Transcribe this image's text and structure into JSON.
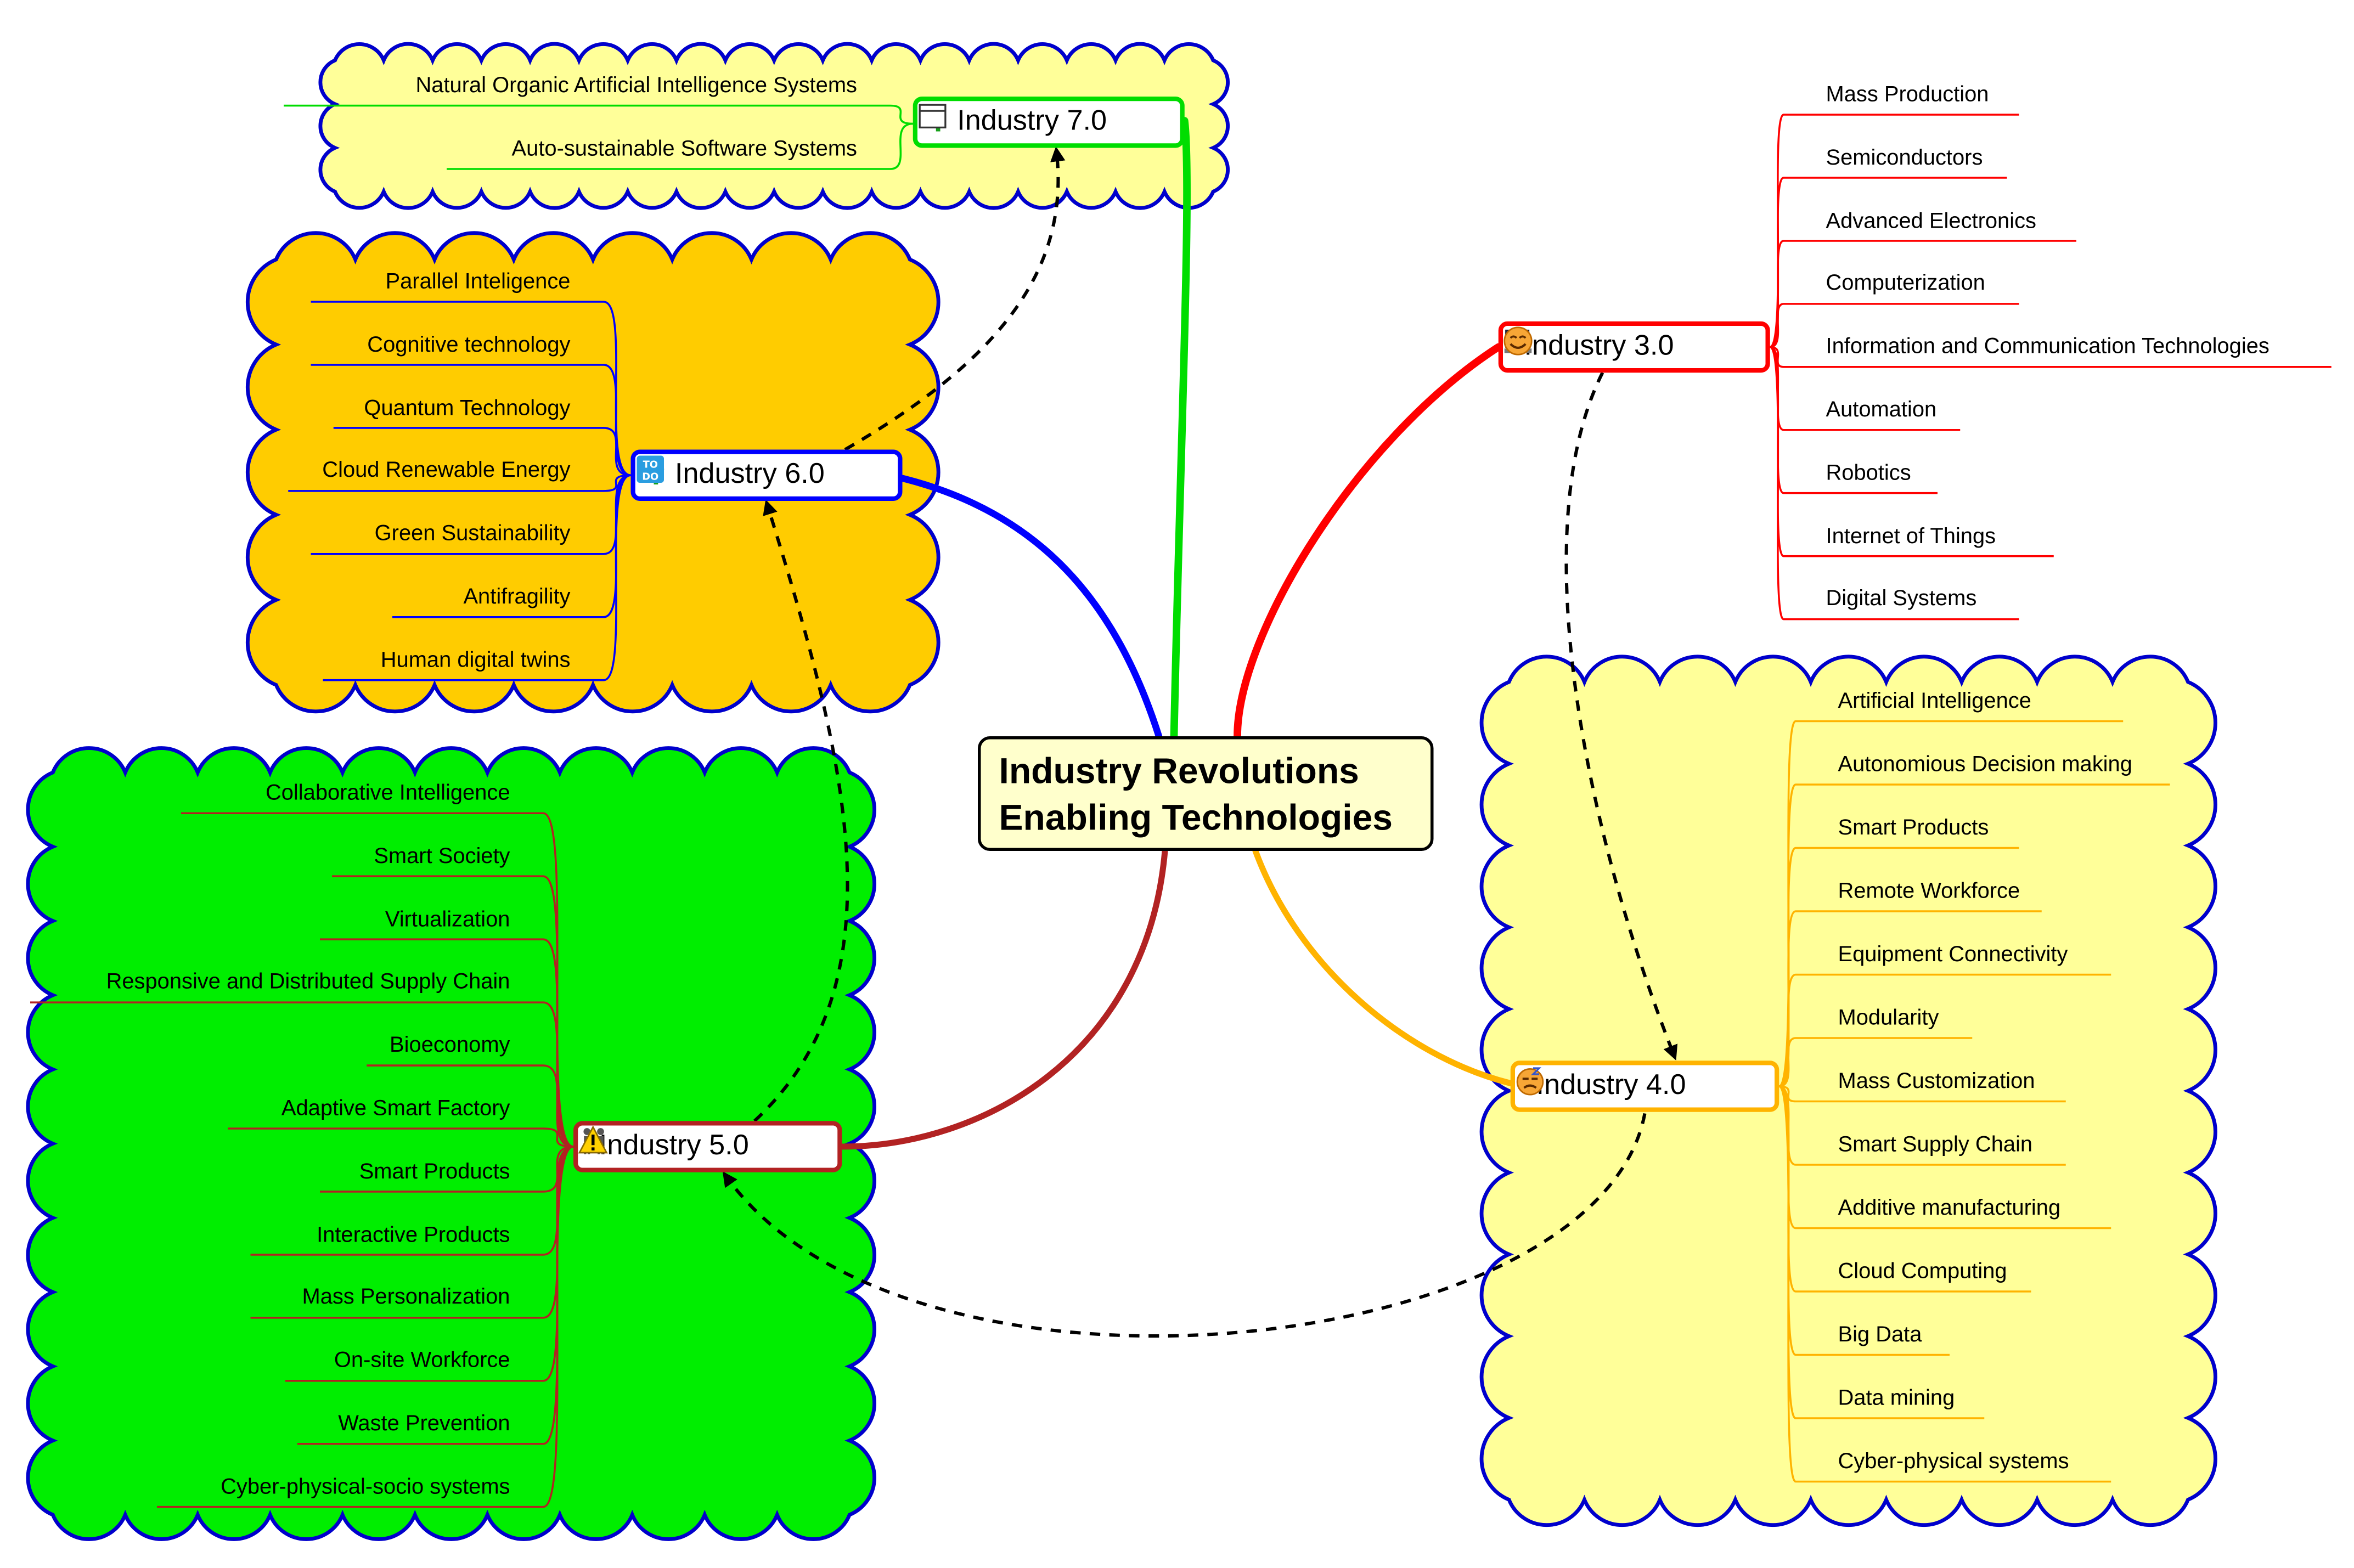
{
  "root": {
    "line1": "Industry Revolutions",
    "line2": "Enabling Technologies"
  },
  "colors": {
    "i3": "#ff0000",
    "i4": "#ffb300",
    "i5": "#b22222",
    "i6": "#0000ff",
    "i7": "#00dd00",
    "cloud_border": "#0000cc"
  },
  "industry3": {
    "title": "Industry 3.0",
    "icons": [
      "computer-icon",
      "smiley-icon"
    ],
    "items": [
      "Mass Production",
      "Semiconductors",
      "Advanced Electronics",
      "Computerization",
      "Information and Communication Technologies",
      "Automation",
      "Robotics",
      "Internet of Things",
      "Digital Systems"
    ]
  },
  "industry4": {
    "title": "Industry 4.0",
    "icons": [
      "cloud-icon",
      "tired-face-icon"
    ],
    "items": [
      "Artificial Intelligence",
      "Autonomious Decision making",
      "Smart Products",
      "Remote Workforce",
      "Equipment Connectivity",
      "Modularity",
      "Mass Customization",
      "Smart Supply Chain",
      "Additive manufacturing",
      "Cloud Computing",
      "Big Data",
      "Data mining",
      "Cyber-physical systems"
    ]
  },
  "industry5": {
    "title": "Industry 5.0",
    "icons": [
      "people-icon",
      "warning-icon"
    ],
    "items": [
      "Collaborative Intelligence",
      "Smart Society",
      "Virtualization",
      "Responsive and Distributed Supply Chain",
      "Bioeconomy",
      "Adaptive Smart Factory",
      "Smart Products",
      "Interactive Products",
      "Mass Personalization",
      "On-site Workforce",
      "Waste Prevention",
      "Cyber-physical-socio systems"
    ]
  },
  "industry6": {
    "title": "Industry 6.0",
    "icons": [
      "todo-icon",
      "question-icon"
    ],
    "items": [
      "Parallel Inteligence",
      "Cognitive technology",
      "Quantum Technology",
      "Cloud Renewable Energy",
      "Green Sustainability",
      "Antifragility",
      "Human digital twins"
    ]
  },
  "industry7": {
    "title": "Industry 7.0",
    "icons": [
      "window-icon",
      "question-icon"
    ],
    "items": [
      "Natural Organic Artificial Intelligence Systems",
      "Auto-sustainable Software Systems"
    ]
  }
}
